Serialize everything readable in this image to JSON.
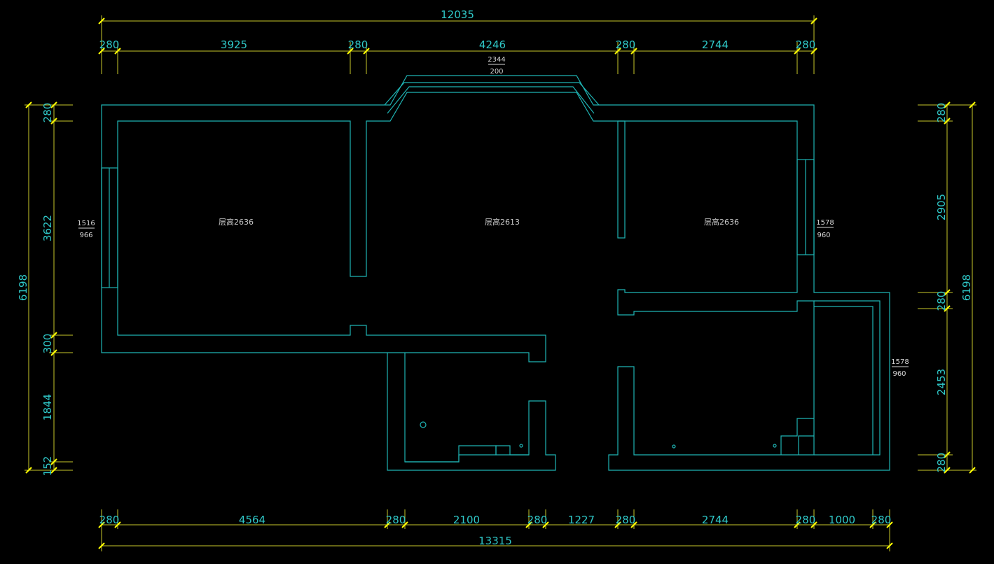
{
  "dimensions": {
    "top_total": "12035",
    "top_segments": [
      "280",
      "3925",
      "280",
      "4246",
      "280",
      "2744",
      "280"
    ],
    "bottom_total": "13315",
    "bottom_segments": [
      "280",
      "4564",
      "280",
      "2100",
      "280",
      "1227",
      "280",
      "2744",
      "280",
      "1000",
      "280"
    ],
    "left_total": "6198",
    "left_segments": [
      "280",
      "3622",
      "300",
      "1844",
      "152"
    ],
    "right_total": "6198",
    "right_segments": [
      "280",
      "2905",
      "280",
      "2453",
      "280"
    ]
  },
  "rooms": [
    {
      "label": "层高2636"
    },
    {
      "label": "层高2613"
    },
    {
      "label": "层高2636"
    }
  ],
  "windows": [
    {
      "width": "1516",
      "sill": "966"
    },
    {
      "width": "2344",
      "sill": "200"
    },
    {
      "width": "1578",
      "sill": "960"
    },
    {
      "width": "1578",
      "sill": "960"
    }
  ],
  "colors": {
    "background": "#000000",
    "walls": "#1fb3b3",
    "dimension_lines": "#c8c82a",
    "dimension_text": "#2fc8c8"
  }
}
